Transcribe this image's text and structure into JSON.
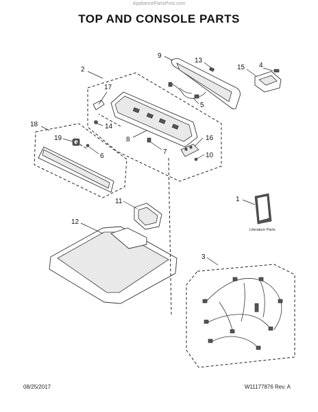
{
  "source_watermark": "AppliancePartsPros.com",
  "title": "TOP AND CONSOLE PARTS",
  "footer": {
    "date": "08/25/2017",
    "doc_ref": "W11177876  Rev. A"
  },
  "literature_label": "Literature Parts",
  "callouts": [
    "1",
    "2",
    "3",
    "4",
    "5",
    "6",
    "7",
    "8",
    "9",
    "10",
    "11",
    "12",
    "13",
    "14",
    "15",
    "16",
    "17",
    "18",
    "19"
  ]
}
